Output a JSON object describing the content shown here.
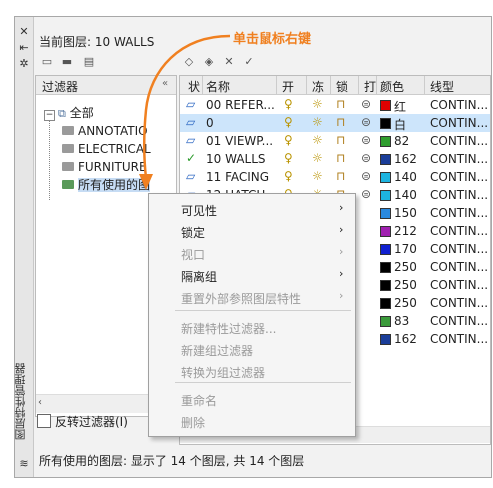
{
  "sidebar": {
    "close_glyph": "✕",
    "pin_glyph": "⇤",
    "settings_glyph": "✲",
    "title": "图层特性管理器"
  },
  "header": {
    "current_layer": "当前图层: 10 WALLS"
  },
  "filter_pane": {
    "header_label": "过滤器",
    "collapse_glyph": "«",
    "tree": {
      "root_label": "全部",
      "children": [
        "ANNOTATIO",
        "ELECTRICAL",
        "FURNITURE"
      ],
      "selected_label": "所有使用的图"
    },
    "invert_label": "反转过滤器(I)"
  },
  "layer_list": {
    "columns": [
      "状",
      "名称",
      "开",
      "冻",
      "锁",
      "打",
      "颜色",
      "线型"
    ],
    "rows": [
      {
        "name": "00 REFER...",
        "color_name": "红",
        "color_hex": "#e00000",
        "linetype": "CONTIN...",
        "status": "para"
      },
      {
        "name": "0",
        "color_name": "白",
        "color_hex": "#000000",
        "linetype": "CONTIN...",
        "status": "para"
      },
      {
        "name": "01 VIEWP...",
        "color_name": "82",
        "color_hex": "#2e9d2e",
        "linetype": "CONTIN...",
        "status": "para"
      },
      {
        "name": "10 WALLS",
        "color_name": "162",
        "color_hex": "#1a3d99",
        "linetype": "CONTIN...",
        "status": "check"
      },
      {
        "name": "11 FACING",
        "color_name": "140",
        "color_hex": "#1db4e0",
        "linetype": "CONTIN...",
        "status": "para"
      },
      {
        "name": "12 HATCH...",
        "color_name": "140",
        "color_hex": "#1db4e0",
        "linetype": "CONTIN...",
        "status": "para"
      },
      {
        "name": "",
        "color_name": "150",
        "color_hex": "#2a8ae0",
        "linetype": "CONTIN...",
        "status": ""
      },
      {
        "name": "",
        "color_name": "212",
        "color_hex": "#a020b0",
        "linetype": "CONTIN...",
        "status": ""
      },
      {
        "name": "",
        "color_name": "170",
        "color_hex": "#1020d0",
        "linetype": "CONTIN...",
        "status": ""
      },
      {
        "name": "",
        "color_name": "250",
        "color_hex": "#000000",
        "linetype": "CONTIN...",
        "status": ""
      },
      {
        "name": "",
        "color_name": "250",
        "color_hex": "#000000",
        "linetype": "CONTIN...",
        "status": ""
      },
      {
        "name": "",
        "color_name": "250",
        "color_hex": "#000000",
        "linetype": "CONTIN...",
        "status": ""
      },
      {
        "name": "",
        "color_name": "83",
        "color_hex": "#3a9a3a",
        "linetype": "CONTIN...",
        "status": ""
      },
      {
        "name": "",
        "color_name": "162",
        "color_hex": "#1a3d99",
        "linetype": "CONTIN...",
        "status": ""
      }
    ]
  },
  "context_menu": {
    "items": [
      {
        "label": "可见性",
        "enabled": true,
        "submenu": true
      },
      {
        "label": "锁定",
        "enabled": true,
        "submenu": true
      },
      {
        "label": "视口",
        "enabled": false,
        "submenu": true
      },
      {
        "label": "隔离组",
        "enabled": true,
        "submenu": true
      },
      {
        "label": "重置外部参照图层特性",
        "enabled": false,
        "submenu": true
      },
      {
        "label": "新建特性过滤器...",
        "enabled": false,
        "submenu": false
      },
      {
        "label": "新建组过滤器",
        "enabled": false,
        "submenu": false
      },
      {
        "label": "转换为组过滤器",
        "enabled": false,
        "submenu": false
      },
      {
        "label": "重命名",
        "enabled": false,
        "submenu": false
      },
      {
        "label": "删除",
        "enabled": false,
        "submenu": false
      }
    ],
    "arrow_glyph": "›"
  },
  "status_bar": {
    "text": "所有使用的图层: 显示了 14 个图层, 共 14 个图层"
  },
  "annotation": {
    "text": "单击鼠标右键",
    "color": "#f08020"
  }
}
